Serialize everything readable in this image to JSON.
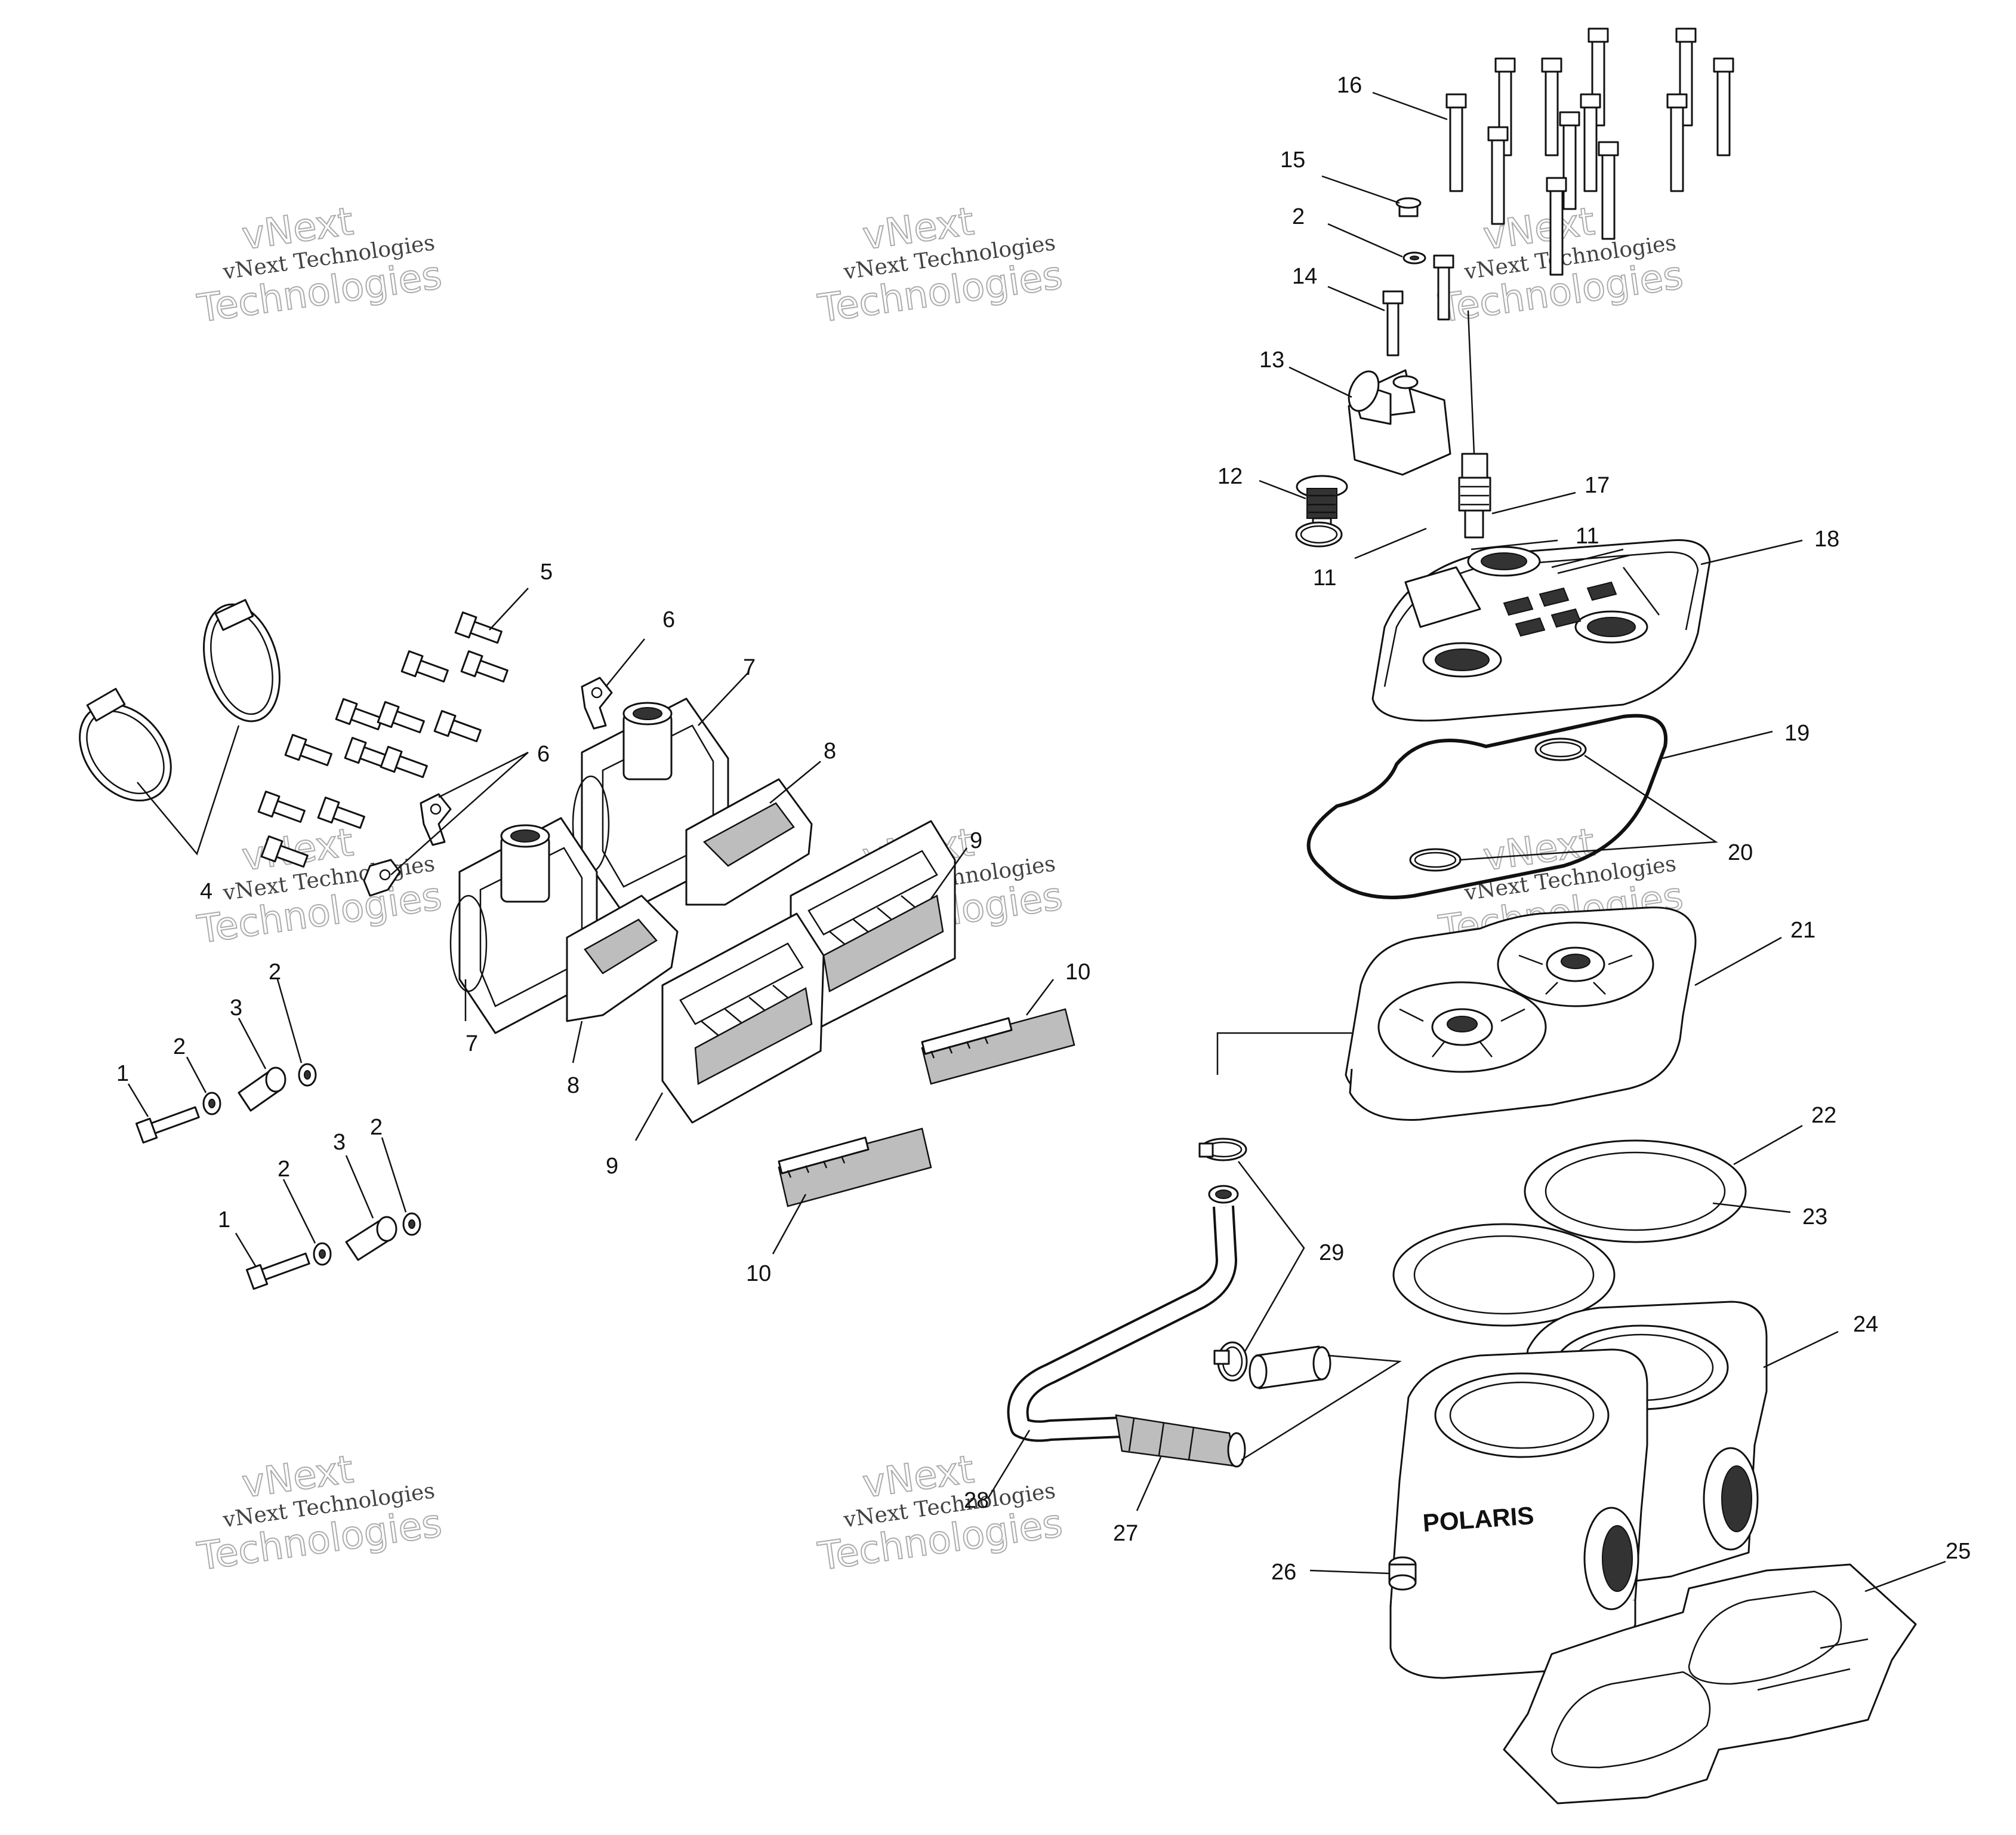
{
  "diagram": {
    "callouts": [
      {
        "id": "c1",
        "label": "1"
      },
      {
        "id": "c2",
        "label": "2"
      },
      {
        "id": "c3",
        "label": "3"
      },
      {
        "id": "c4",
        "label": "4"
      },
      {
        "id": "c5",
        "label": "5"
      },
      {
        "id": "c6",
        "label": "6"
      },
      {
        "id": "c7",
        "label": "7"
      },
      {
        "id": "c8",
        "label": "8"
      },
      {
        "id": "c9",
        "label": "9"
      },
      {
        "id": "c10",
        "label": "10"
      },
      {
        "id": "c11",
        "label": "11"
      },
      {
        "id": "c12",
        "label": "12"
      },
      {
        "id": "c13",
        "label": "13"
      },
      {
        "id": "c14",
        "label": "14"
      },
      {
        "id": "c15",
        "label": "15"
      },
      {
        "id": "c16",
        "label": "16"
      },
      {
        "id": "c17",
        "label": "17"
      },
      {
        "id": "c18",
        "label": "18"
      },
      {
        "id": "c19",
        "label": "19"
      },
      {
        "id": "c20",
        "label": "20"
      },
      {
        "id": "c21",
        "label": "21"
      },
      {
        "id": "c22",
        "label": "22"
      },
      {
        "id": "c23",
        "label": "23"
      },
      {
        "id": "c24",
        "label": "24"
      },
      {
        "id": "c25",
        "label": "25"
      },
      {
        "id": "c26",
        "label": "26"
      },
      {
        "id": "c27",
        "label": "27"
      },
      {
        "id": "c28",
        "label": "28"
      },
      {
        "id": "c29",
        "label": "29"
      }
    ],
    "watermark": {
      "line1": "vNext",
      "line2": "vNext Technologies",
      "line3": "Technologies"
    },
    "cylinder_stamp": "POLARIS"
  }
}
